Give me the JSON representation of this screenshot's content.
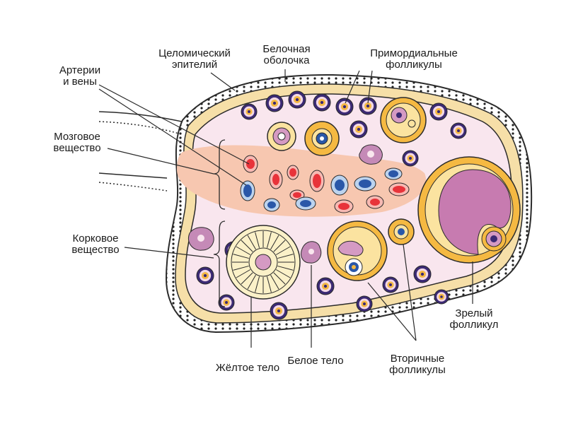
{
  "labels": {
    "coelomic_epithelium": [
      "Целомический",
      "эпителий"
    ],
    "tunica_albuginea": [
      "Белочная",
      "оболочка"
    ],
    "primordial_follicles": [
      "Примордиальные",
      "фолликулы"
    ],
    "arteries_veins": [
      "Артерии",
      "и вены"
    ],
    "medulla": [
      "Мозговое",
      "вещество"
    ],
    "cortex": [
      "Корковое",
      "вещество"
    ],
    "mature_follicle": [
      "Зрелый",
      "фолликул"
    ],
    "yellow_body": [
      "Жёлтое тело"
    ],
    "white_body": [
      "Белое тело"
    ],
    "secondary_follicles": [
      "Вторичные",
      "фолликулы"
    ]
  },
  "colors": {
    "outline": "#2b2b2b",
    "epithelium": "#ffffff",
    "albuginea": "#f6dfa8",
    "stroma": "#f9e6ee",
    "medulla": "#f7c7b0",
    "follicle_gold": "#f5b942",
    "follicle_light": "#fbe3a0",
    "oocyte_pink": "#d59ac3",
    "artery_red": "#e8333a",
    "vein_blue": "#2a57a8",
    "vessel_light": "#f7b9b2",
    "nucleus": "#3b2a74",
    "corpus_luteum": "#fbf1c8"
  }
}
